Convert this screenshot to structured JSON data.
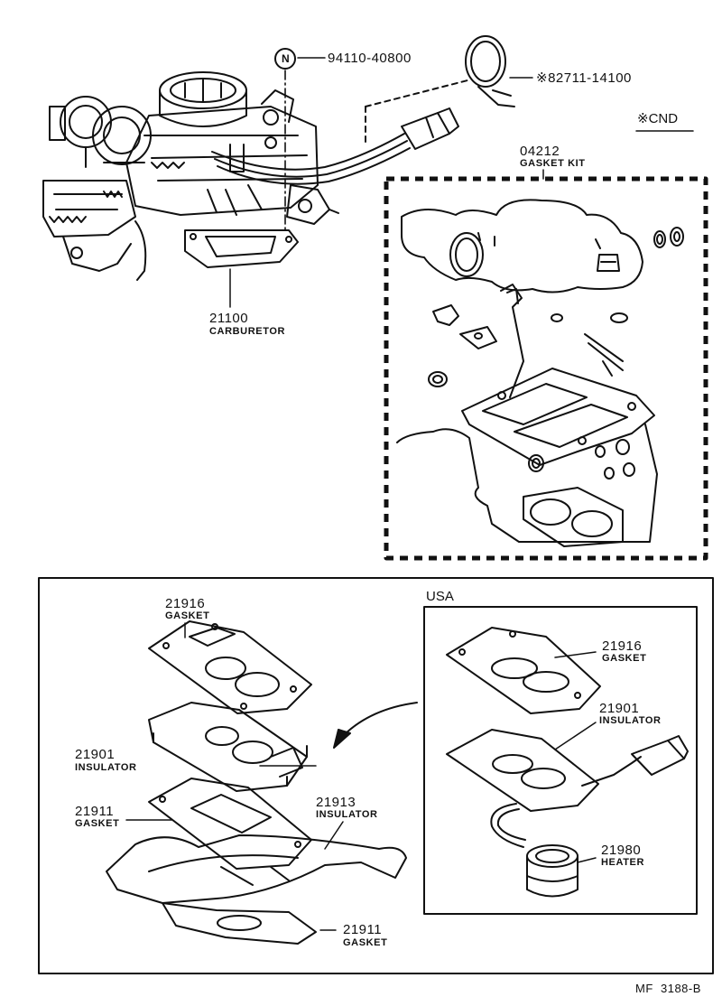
{
  "top": {
    "clip_part": "94110-40800",
    "clip_marker": "N",
    "band_part": "※82711-14100",
    "cnd_note": "※CND",
    "kit_number": "04212",
    "kit_name": "GASKET KIT",
    "carb_number": "21100",
    "carb_name": "CARBURETOR"
  },
  "bottom": {
    "upper_gasket_number": "21916",
    "upper_gasket_name": "GASKET",
    "insulator_number": "21901",
    "insulator_name": "INSULATOR",
    "mid_gasket_number": "21911",
    "mid_gasket_name": "GASKET",
    "insulator2_number": "21913",
    "insulator2_name": "INSULATOR",
    "lower_gasket_number": "21911",
    "lower_gasket_name": "GASKET",
    "usa": {
      "title": "USA",
      "gasket_number": "21916",
      "gasket_name": "GASKET",
      "insulator_number": "21901",
      "insulator_name": "INSULATOR",
      "heater_number": "21980",
      "heater_name": "HEATER"
    }
  },
  "footer": {
    "code": "MF  3188-B"
  }
}
